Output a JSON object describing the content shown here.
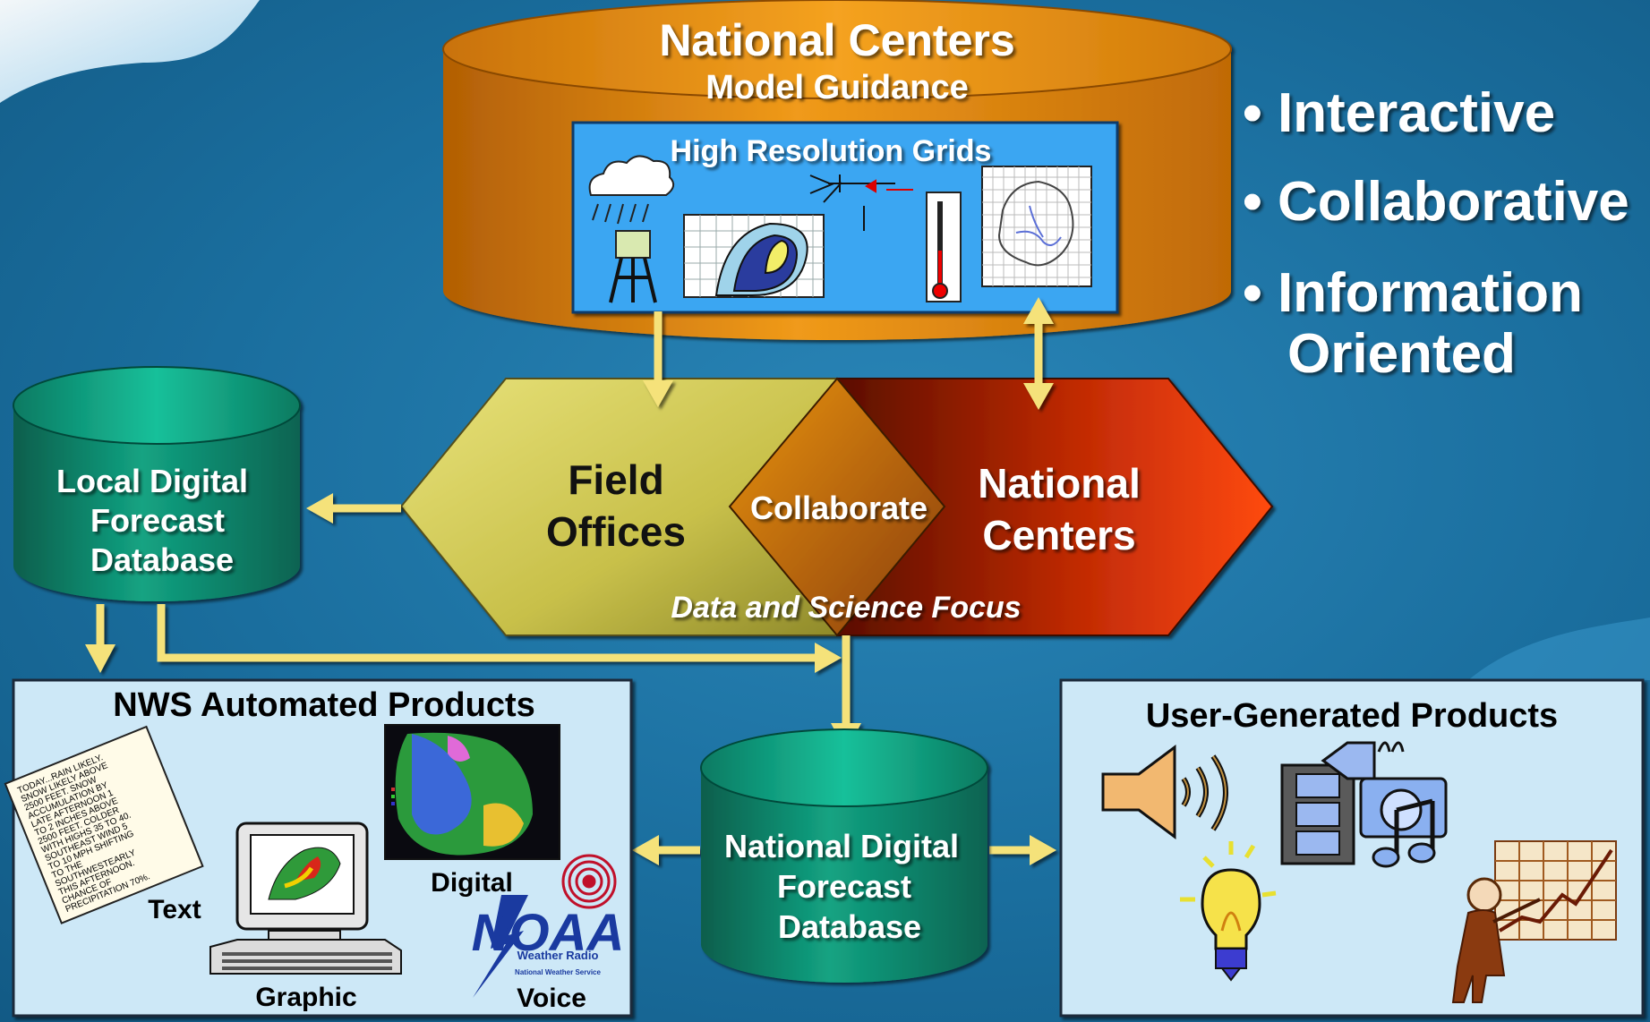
{
  "national_centers_db": {
    "title": "National Centers",
    "subtitle": "Model Guidance"
  },
  "grids_panel": {
    "title": "High Resolution Grids"
  },
  "bullets": [
    "Interactive",
    "Collaborative",
    "Information",
    "Oriented"
  ],
  "local_db": {
    "line1": "Local Digital",
    "line2": "Forecast",
    "line3": "Database"
  },
  "hexagon": {
    "field_offices_1": "Field",
    "field_offices_2": "Offices",
    "collaborate": "Collaborate",
    "national_centers_1": "National",
    "national_centers_2": "Centers",
    "focus": "Data and Science Focus"
  },
  "nws_panel": {
    "title": "NWS Automated Products",
    "text_label": "Text",
    "graphic_label": "Graphic",
    "digital_label": "Digital",
    "voice_label": "Voice",
    "forecast_text": [
      "TODAY...RAIN LIKELY.",
      "SNOW LIKELY ABOVE",
      "2500 FEET. SNOW",
      "ACCUMULATION BY",
      "LATE AFTERNOON 1",
      "TO 2 INCHES ABOVE",
      "2500 FEET. COLDER",
      "WITH HIGHS 35 TO 40.",
      "SOUTHEAST WIND 5",
      "TO 10 MPH SHIFTING",
      "TO THE",
      "SOUTHWESTEARLY",
      "THIS AFTERNOON.",
      "CHANCE OF",
      "PRECIPITATION 70%."
    ],
    "noaa_logo": "NOAA",
    "noaa_sub1": "Weather Radio",
    "noaa_sub2": "National Weather Service"
  },
  "national_db": {
    "line1": "National Digital",
    "line2": "Forecast",
    "line3": "Database"
  },
  "user_panel": {
    "title": "User-Generated Products"
  },
  "colors": {
    "arrow": "#f5e27a",
    "teal": "#0d8a72",
    "orange": "#e07f08",
    "panel": "#cde8f7"
  }
}
